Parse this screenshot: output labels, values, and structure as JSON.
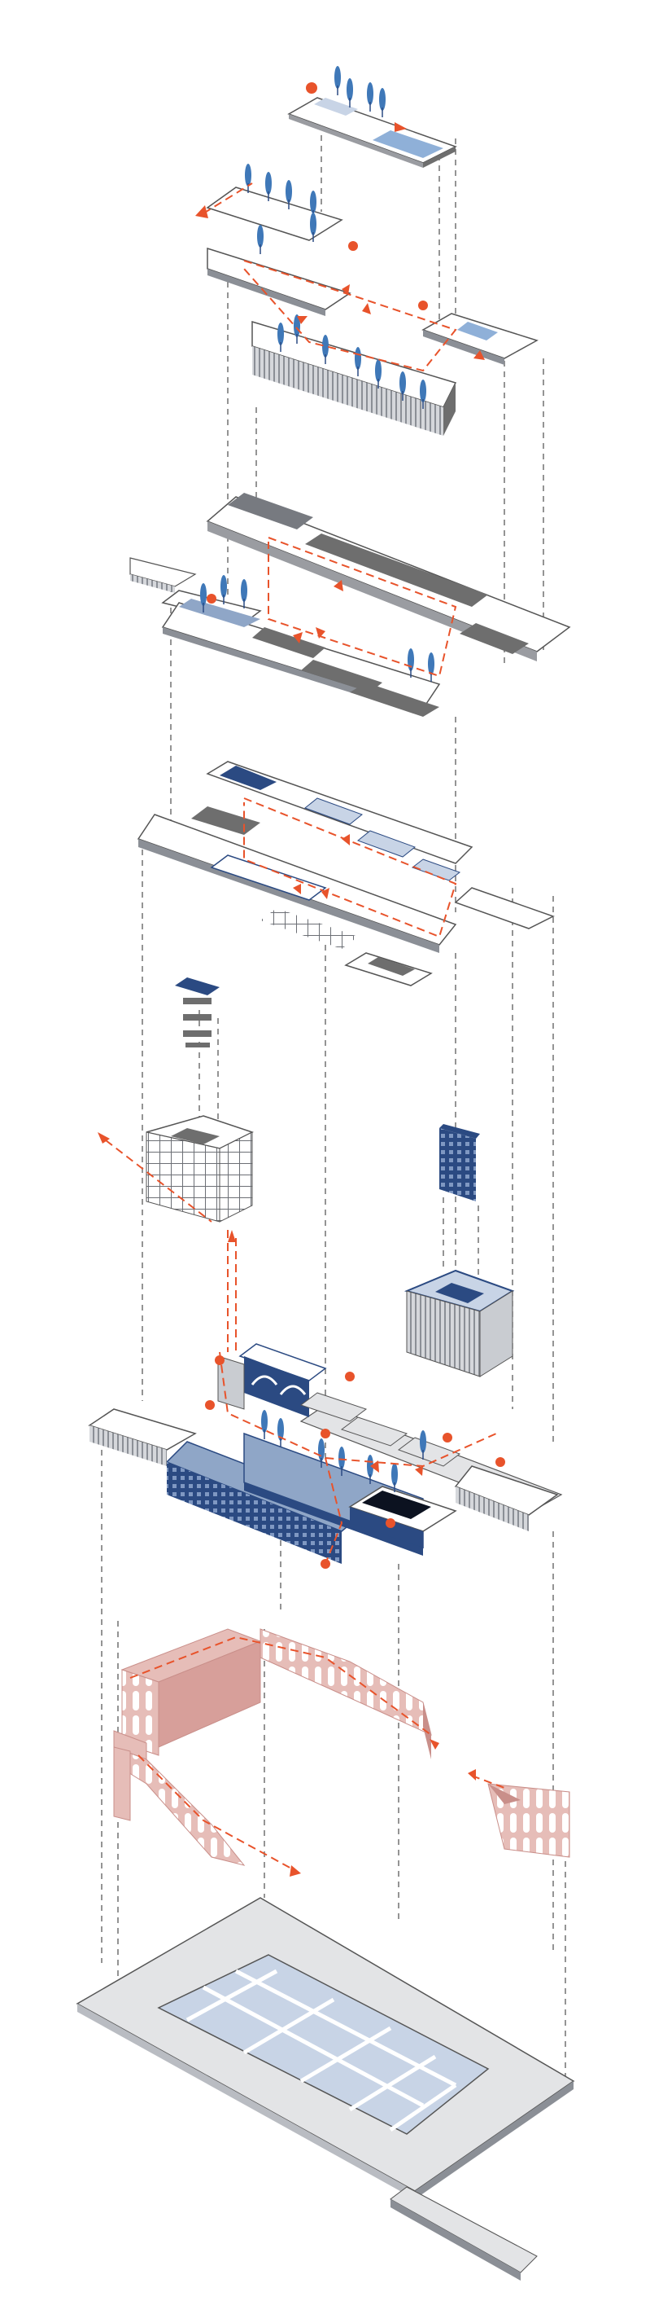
{
  "diagram": {
    "kind": "exploded-axonometric",
    "layers": [
      {
        "id": "roof-garden"
      },
      {
        "id": "upper-terraces"
      },
      {
        "id": "long-hall-level"
      },
      {
        "id": "courtyard-level"
      },
      {
        "id": "tower-and-cubes"
      },
      {
        "id": "main-complex"
      },
      {
        "id": "arcade-wall"
      },
      {
        "id": "base-plinth"
      }
    ],
    "colors": {
      "circulation": "#e8532b",
      "blue_dark": "#2b4a82",
      "blue_mid": "#8fa6c7",
      "blue_light": "#c8d4e6",
      "tree": "#3f78b8",
      "pink": "#e6bdb8",
      "pink_dark": "#c98f8a",
      "grey_dark": "#6e6e6e",
      "grey_mid": "#b9bcc2",
      "grey_light": "#e3e4e6",
      "line": "#555555"
    }
  }
}
